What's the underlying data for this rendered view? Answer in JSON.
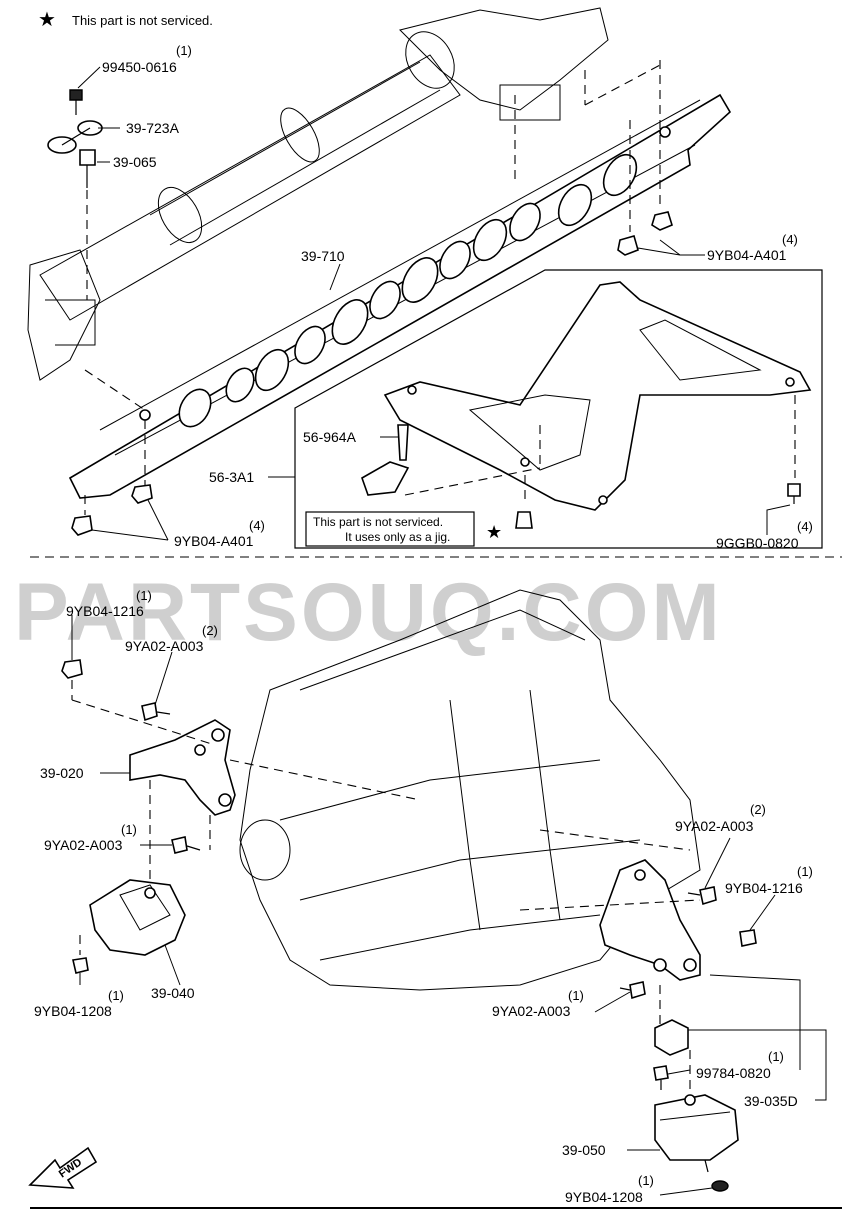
{
  "legend": {
    "symbol": "★",
    "text": "This part is not serviced."
  },
  "watermark": "PARTSOUQ.COM",
  "jig_note": {
    "line1": "This part is not serviced.",
    "line2": "It uses only as a jig."
  },
  "fwd_label": "FWD",
  "labels": {
    "p99450_0616": {
      "code": "99450-0616",
      "qty": "(1)"
    },
    "p39_723a": {
      "code": "39-723A"
    },
    "p39_065": {
      "code": "39-065"
    },
    "p39_710": {
      "code": "39-710"
    },
    "p9yb04_a401_top": {
      "code": "9YB04-A401",
      "qty": "(4)"
    },
    "p56_964a": {
      "code": "56-964A"
    },
    "p56_3a1": {
      "code": "56-3A1"
    },
    "p9yb04_a401_bottom": {
      "code": "9YB04-A401",
      "qty": "(4)"
    },
    "p9ggb0_0820": {
      "code": "9GGB0-0820",
      "qty": "(4)"
    },
    "p9yb04_1216_left": {
      "code": "9YB04-1216",
      "qty": "(1)"
    },
    "p9ya02_a003_upper_left": {
      "code": "9YA02-A003",
      "qty": "(2)"
    },
    "p39_020": {
      "code": "39-020"
    },
    "p9ya02_a003_lower_left": {
      "code": "9YA02-A003",
      "qty": "(1)"
    },
    "p39_040": {
      "code": "39-040"
    },
    "p9yb04_1208_left": {
      "code": "9YB04-1208",
      "qty": "(1)"
    },
    "p9ya02_a003_right_upper": {
      "code": "9YA02-A003",
      "qty": "(2)"
    },
    "p9yb04_1216_right": {
      "code": "9YB04-1216",
      "qty": "(1)"
    },
    "p9ya02_a003_right_lower": {
      "code": "9YA02-A003",
      "qty": "(1)"
    },
    "p99784_0820": {
      "code": "99784-0820",
      "qty": "(1)"
    },
    "p39_035d": {
      "code": "39-035D"
    },
    "p39_050": {
      "code": "39-050"
    },
    "p9yb04_1208_right": {
      "code": "9YB04-1208",
      "qty": "(1)"
    }
  }
}
